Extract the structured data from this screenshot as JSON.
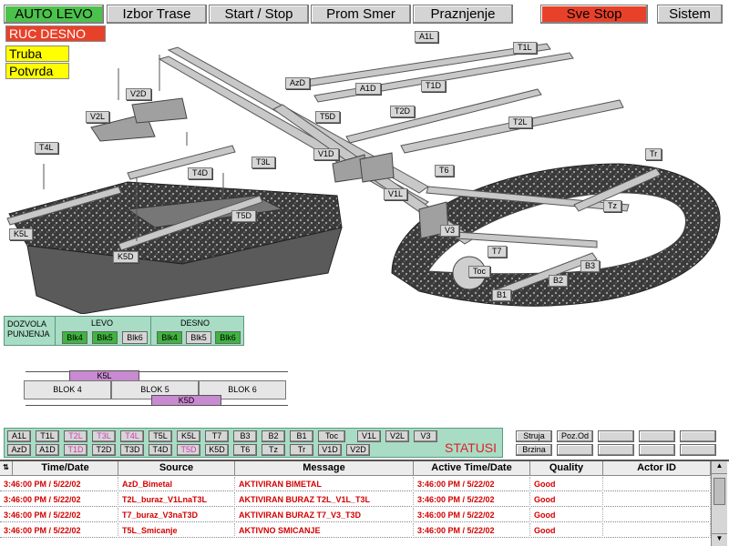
{
  "top_bar": {
    "auto_levo": "AUTO LEVO",
    "izbor_trase": "Izbor Trase",
    "start_stop": "Start / Stop",
    "prom_smer": "Prom Smer",
    "praznjenje": "Praznjenje",
    "sve_stop": "Sve Stop",
    "sistem": "Sistem"
  },
  "left_buttons": {
    "ruc_desno": "RUC DESNO",
    "truba": "Truba",
    "potvrda": "Potvrda"
  },
  "map_labels": {
    "A1L": "A1L",
    "T1L": "T1L",
    "AzD": "AzD",
    "A1D": "A1D",
    "T1D": "T1D",
    "V2D": "V2D",
    "V2L": "V2L",
    "T5D": "T5D",
    "T2D": "T2D",
    "T2L": "T2L",
    "T4L": "T4L",
    "T3L": "T3L",
    "V1D": "V1D",
    "T4D": "T4D",
    "T6": "T6",
    "Tr": "Tr",
    "V1L": "V1L",
    "Tz": "Tz",
    "T5D_2": "T5D",
    "K5L": "K5L",
    "V3": "V3",
    "K5D": "K5D",
    "T7": "T7",
    "B3": "B3",
    "Toc": "Toc",
    "B2": "B2",
    "B1": "B1"
  },
  "dozvola": {
    "title_line1": "DOZVOLA",
    "title_line2": "PUNJENJA",
    "levo": "LEVO",
    "desno": "DESNO",
    "levo_blocks": [
      "Blk4",
      "Blk5",
      "Blk6"
    ],
    "desno_blocks": [
      "Blk4",
      "Blk5",
      "Blk6"
    ]
  },
  "blocks": {
    "k5l": "K5L",
    "k5d": "K5D",
    "blok4": "BLOK 4",
    "blok5": "BLOK 5",
    "blok6": "BLOK 6"
  },
  "status_grid": {
    "row1": [
      "A1L",
      "T1L",
      "T2L",
      "T3L",
      "T4L",
      "T5L",
      "K5L",
      "T7",
      "B3",
      "B2",
      "B1",
      "Toc",
      "V1L",
      "V2L",
      "V3"
    ],
    "row2": [
      "AzD",
      "A1D",
      "T1D",
      "T2D",
      "T3D",
      "T4D",
      "T5D",
      "K5D",
      "T6",
      "Tz",
      "Tr",
      "V1D",
      "V2D"
    ],
    "statusi": "STATUSI"
  },
  "right_buttons": {
    "struja": "Struja",
    "poz_od": "Poz.Od",
    "brzina": "Brzina"
  },
  "alarm_table": {
    "headers": {
      "time": "Time/Date",
      "source": "Source",
      "message": "Message",
      "active": "Active Time/Date",
      "quality": "Quality",
      "actor": "Actor ID"
    },
    "rows": [
      {
        "time": "3:46:00 PM / 5/22/02",
        "source": "AzD_Bimetal",
        "message": "AKTIVIRAN BIMETAL",
        "active": "3:46:00 PM / 5/22/02",
        "quality": "Good",
        "actor": ""
      },
      {
        "time": "3:46:00 PM / 5/22/02",
        "source": "T2L_buraz_V1LnaT3L",
        "message": "AKTIVIRAN BURAZ T2L_V1L_T3L",
        "active": "3:46:00 PM / 5/22/02",
        "quality": "Good",
        "actor": ""
      },
      {
        "time": "3:46:00 PM / 5/22/02",
        "source": "T7_buraz_V3naT3D",
        "message": "AKTIVIRAN BURAZ T7_V3_T3D",
        "active": "3:46:00 PM / 5/22/02",
        "quality": "Good",
        "actor": ""
      },
      {
        "time": "3:46:00 PM / 5/22/02",
        "source": "T5L_Smicanje",
        "message": "AKTIVNO SMICANJE",
        "active": "3:46:00 PM / 5/22/02",
        "quality": "Good",
        "actor": ""
      }
    ]
  },
  "colors": {
    "auto_green": "#4cc24c",
    "stop_red": "#e8412a",
    "panel_green": "#a8dcc4",
    "status_red": "#e0202a",
    "pink_block": "#c88ad0",
    "pink_text": "#d23ab4"
  }
}
